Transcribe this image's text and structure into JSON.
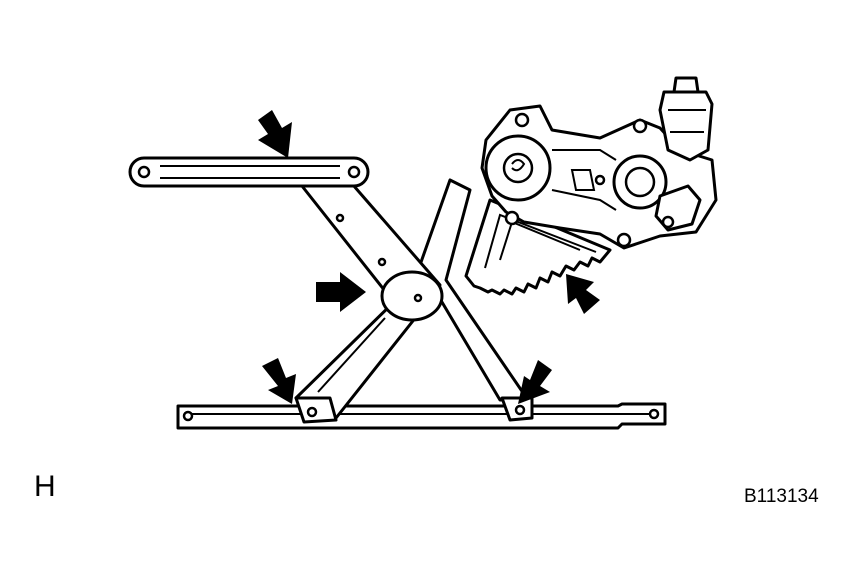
{
  "figure": {
    "view_label": "H",
    "figure_code": "B113134"
  },
  "arrow_count": 5
}
